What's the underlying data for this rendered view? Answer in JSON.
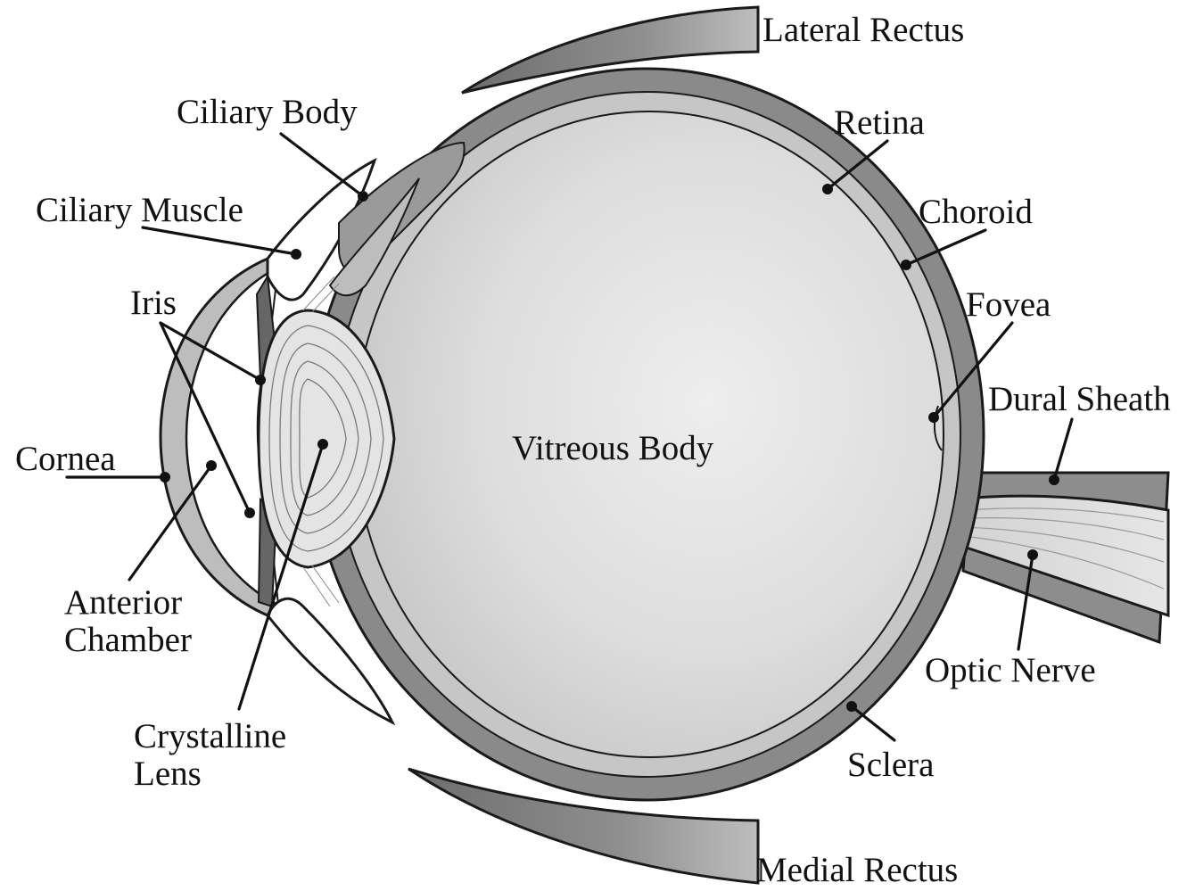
{
  "labels": {
    "lateral_rectus": "Lateral Rectus",
    "ciliary_body": "Ciliary Body",
    "ciliary_muscle": "Ciliary Muscle",
    "retina": "Retina",
    "choroid": "Choroid",
    "iris": "Iris",
    "fovea": "Fovea",
    "dural_sheath": "Dural Sheath",
    "cornea": "Cornea",
    "vitreous_body": "Vitreous Body",
    "anterior_chamber_line1": "Anterior",
    "anterior_chamber_line2": "Chamber",
    "optic_nerve": "Optic Nerve",
    "crystalline_lens_line1": "Crystalline",
    "crystalline_lens_line2": "Lens",
    "sclera": "Sclera",
    "medial_rectus": "Medial Rectus"
  },
  "colors": {
    "sclera": "#8a8a8a",
    "choroid": "#c4c4c4",
    "vitreous": "#dcdcdc",
    "muscle": "#8c8c8c",
    "lens": "#e2e2e2",
    "ink": "#111111",
    "background": "#ffffff"
  }
}
